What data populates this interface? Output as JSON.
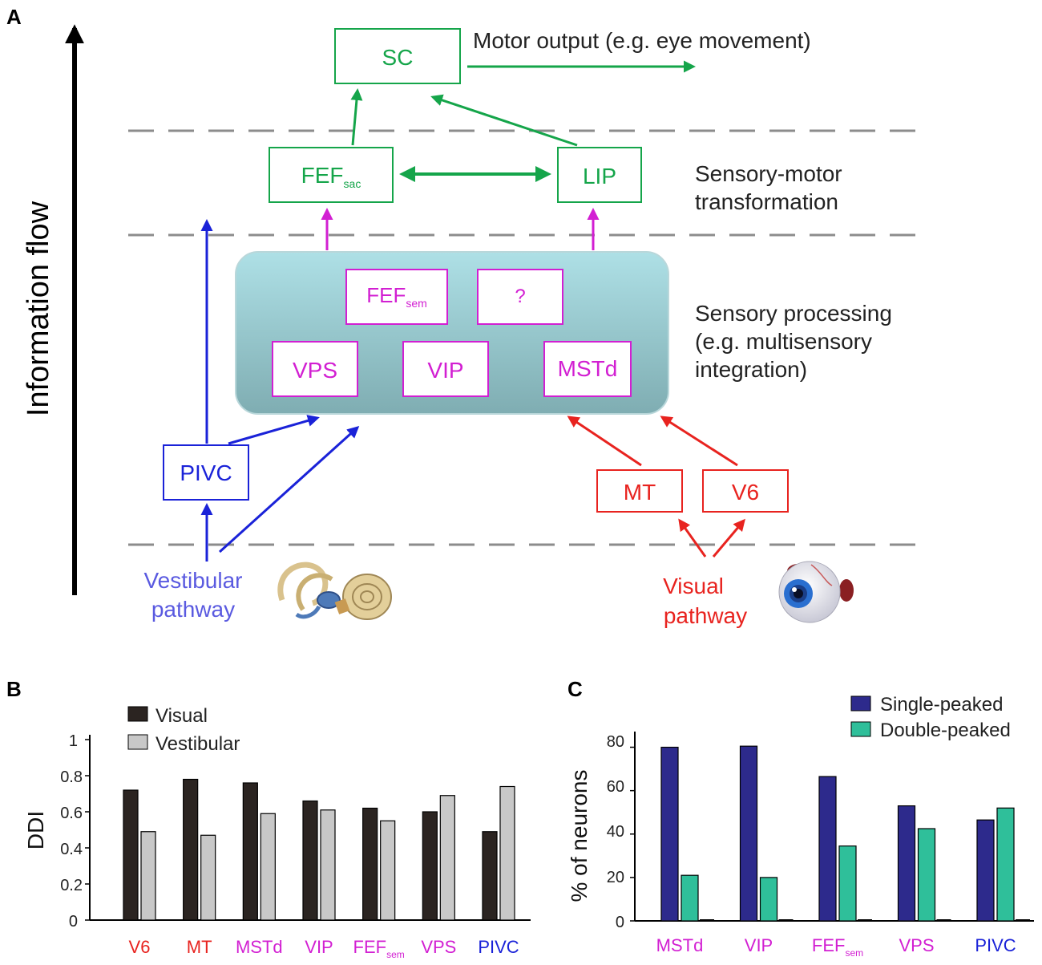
{
  "colors": {
    "green": "#15a54a",
    "magenta": "#d21fd2",
    "blue": "#1a22d8",
    "vestibular_text": "#5a5ae0",
    "red": "#e8231f",
    "dash": "#8c8c8c",
    "box_top": "#aee0e6",
    "box_bottom": "#7fadb2",
    "bar_visual": "#2b2421",
    "bar_vestibular": "#c8c8c8",
    "bar_single": "#2d2a8c",
    "bar_double": "#2fbf9a"
  },
  "panel_a": {
    "label": "A",
    "axis_label": "Information flow",
    "sc": "SC",
    "motor_output": "Motor output (e.g. eye movement)",
    "fef_sac": {
      "main": "FEF",
      "sub": "sac"
    },
    "lip": "LIP",
    "sensory_motor_line1": "Sensory-motor",
    "sensory_motor_line2": "transformation",
    "fef_sem": {
      "main": "FEF",
      "sub": "sem"
    },
    "unknown": "?",
    "vps": "VPS",
    "vip": "VIP",
    "mstd": "MSTd",
    "sensory_processing_line1": "Sensory processing",
    "sensory_processing_line2": "(e.g. multisensory",
    "sensory_processing_line3": "integration)",
    "pivc": "PIVC",
    "mt": "MT",
    "v6": "V6",
    "vestibular_line1": "Vestibular",
    "vestibular_line2": "pathway",
    "visual_line1": "Visual",
    "visual_line2": "pathway",
    "ear_icon": "inner-ear-icon",
    "eye_icon": "eyeball-icon"
  },
  "panel_b": {
    "label": "B",
    "legend": [
      "Visual",
      "Vestibular"
    ],
    "y_tick_labels": [
      "0",
      "0.2",
      "0.4",
      "0.6",
      "0.8",
      "1"
    ],
    "category_colors": [
      "#e8231f",
      "#e8231f",
      "#d21fd2",
      "#d21fd2",
      "#d21fd2",
      "#d21fd2",
      "#1a22d8"
    ]
  },
  "panel_c": {
    "label": "C",
    "legend": [
      "Single-peaked",
      "Double-peaked"
    ],
    "y_tick_labels": [
      "0",
      "20",
      "40",
      "60",
      "80"
    ],
    "category_colors": [
      "#d21fd2",
      "#d21fd2",
      "#d21fd2",
      "#d21fd2",
      "#1a22d8"
    ]
  },
  "chart_data": [
    {
      "type": "bar",
      "categories": [
        "V6",
        "MT",
        "MSTd",
        "VIP",
        "FEFsem",
        "VPS",
        "PIVC"
      ],
      "series": [
        {
          "name": "Visual",
          "values": [
            0.72,
            0.78,
            0.76,
            0.66,
            0.62,
            0.6,
            0.49
          ]
        },
        {
          "name": "Vestibular",
          "values": [
            0.49,
            0.47,
            0.59,
            0.61,
            0.55,
            0.69,
            0.74
          ]
        }
      ],
      "title": "",
      "xlabel": "",
      "ylabel": "DDI",
      "ylim": [
        0,
        1
      ],
      "legend": "top-left"
    },
    {
      "type": "bar",
      "categories": [
        "MSTd",
        "VIP",
        "FEFsem",
        "VPS",
        "PIVC"
      ],
      "series": [
        {
          "name": "Single-peaked",
          "values": [
            80,
            80.5,
            66.5,
            53,
            46.5
          ]
        },
        {
          "name": "Double-peaked",
          "values": [
            21,
            20,
            34.5,
            42.5,
            52
          ]
        }
      ],
      "title": "",
      "xlabel": "",
      "ylabel": "% of neurons",
      "ylim": [
        0,
        85
      ],
      "legend": "top-right"
    }
  ]
}
